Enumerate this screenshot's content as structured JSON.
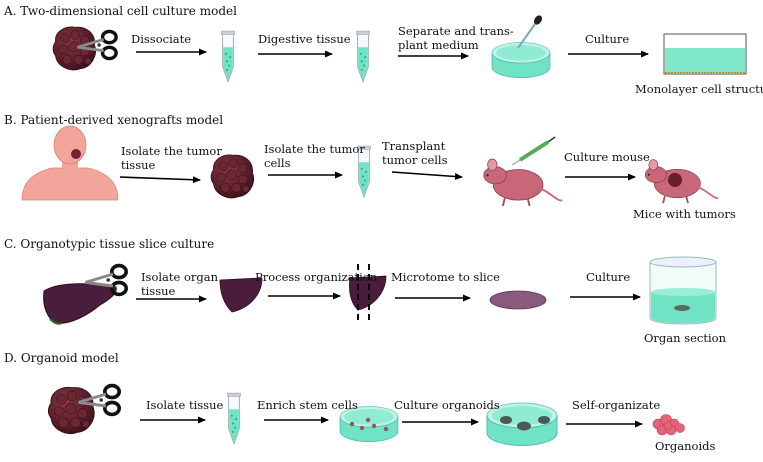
{
  "colors": {
    "tumor": "#5a1f2b",
    "tumor_dark": "#3a0f18",
    "liquid": "#6fe3c3",
    "liver": "#4a1d3d",
    "skin": "#f2a59b",
    "mouse": "#c86778",
    "arrow": "#000000"
  },
  "sections": [
    {
      "title": "A. Two-dimensional cell culture model",
      "steps": [
        "Dissociate",
        "Digestive tissue",
        "Separate and trans-",
        "plant medium",
        "Culture"
      ],
      "result": "Monolayer cell structure"
    },
    {
      "title": "B. Patient-derived xenografts model",
      "steps": [
        "Isolate the tumor",
        "tissue",
        "Isolate the tumor",
        "cells",
        "Transplant",
        "tumor cells",
        "Culture mouse"
      ],
      "result": "Mice with tumors"
    },
    {
      "title": "C. Organotypic tissue slice culture",
      "steps": [
        "Isolate organ",
        "tissue",
        "Process organization",
        "Microtome to slice",
        "Culture"
      ],
      "result": "Organ section"
    },
    {
      "title": "D. Organoid model",
      "steps": [
        "Isolate tissue",
        "Enrich stem cells",
        "Culture organoids",
        "Self-organizate"
      ],
      "result": "Organoids"
    }
  ]
}
